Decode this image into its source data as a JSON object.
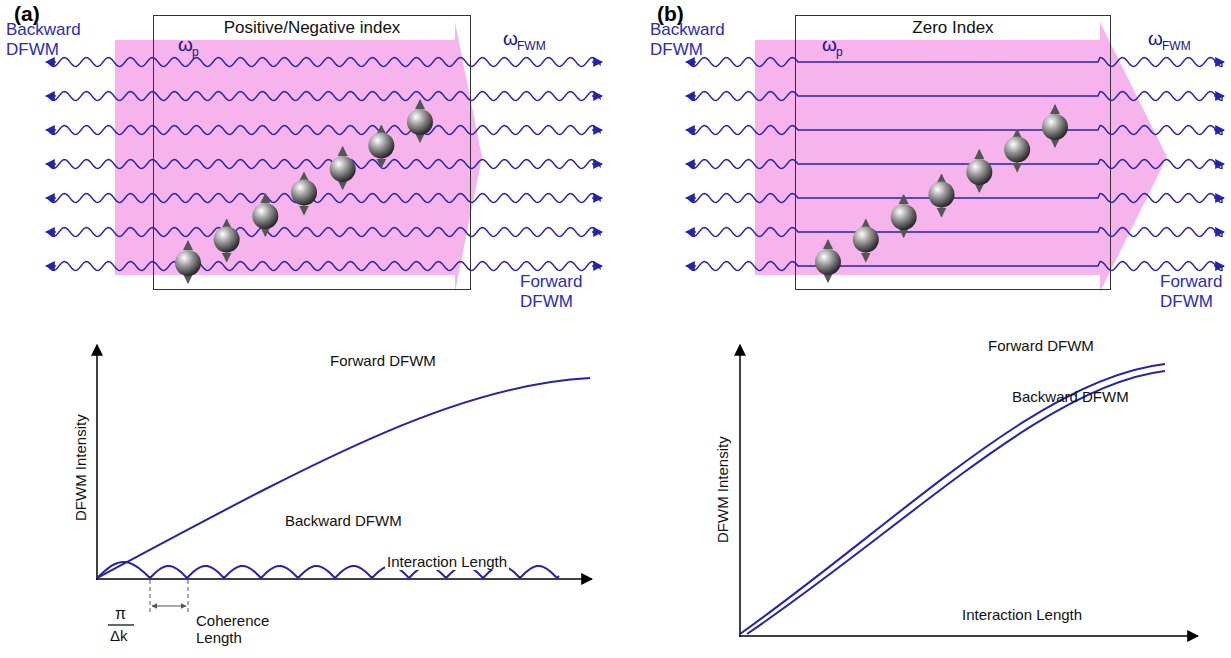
{
  "diagram": {
    "nodes": [
      {
        "text": [
          "Positive/Negative index"
        ]
      },
      {
        "text": [
          "Zero Index"
        ]
      }
    ],
    "labels": [
      "(a)",
      "Backward DFWM",
      "ω",
      "p",
      "ω",
      "FWM",
      "Forward DFWM",
      "Forward DFWM",
      "Backward DFWM",
      "DFWM Intensity",
      "Interaction Length",
      "π",
      "Δk",
      "Coherence Length",
      "(b)",
      "Backward DFWM",
      "ω",
      "p",
      "ω",
      "FWM",
      "Forward DFWM",
      "Forward DFWM",
      "Backward DFWM",
      "DFWM Intensity",
      "Interaction Length"
    ]
  }
}
